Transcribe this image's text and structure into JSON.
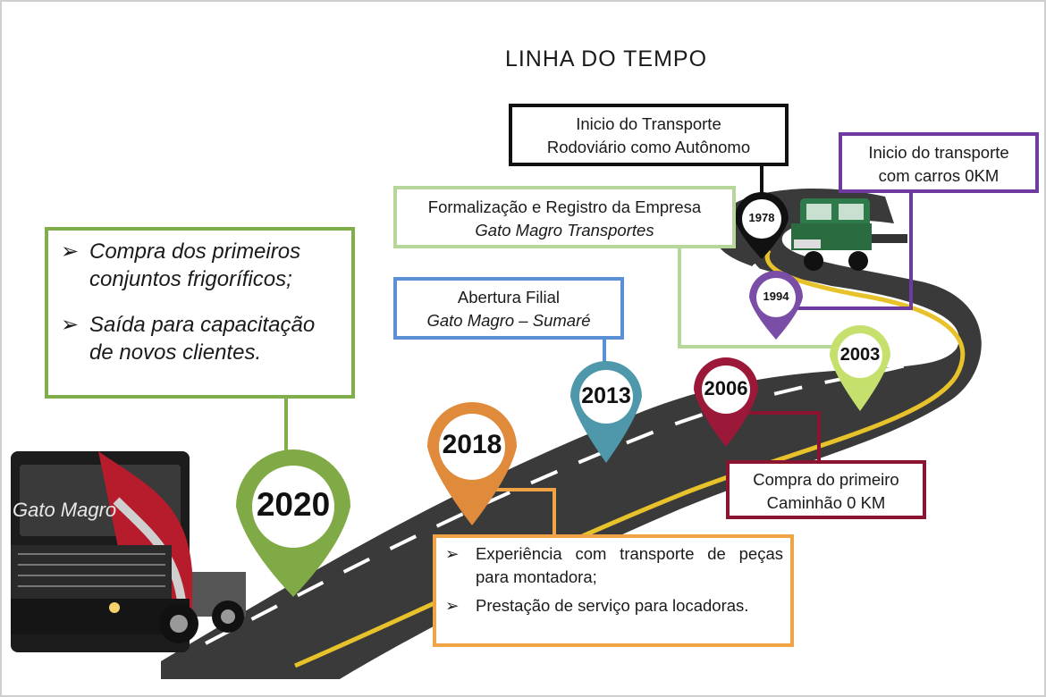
{
  "page": {
    "title": "LINHA DO TEMPO"
  },
  "events": {
    "e1978": {
      "year": "1978",
      "line1": "Inicio do Transporte",
      "line2": "Rodoviário como Autônomo",
      "color": "#111111"
    },
    "e1994": {
      "year": "1994",
      "line1": "Inicio do transporte",
      "line2": "com carros 0KM",
      "color": "#7a4ea6"
    },
    "e2003": {
      "year": "2003",
      "line1": "Formalização e Registro da Empresa",
      "line2": "Gato Magro Transportes",
      "color": "#c6e06e"
    },
    "e2006": {
      "year": "2006",
      "line1": "Compra do primeiro",
      "line2": "Caminhão 0 KM",
      "color": "#9b1838"
    },
    "e2013": {
      "year": "2013",
      "line1": "Abertura Filial",
      "line2": "Gato Magro – Sumaré",
      "color": "#4f98ab"
    },
    "e2018": {
      "year": "2018",
      "bullets": [
        "Experiência com transporte de peças para montadora;",
        "Prestação de serviço para locadoras."
      ],
      "color": "#e08a3c"
    },
    "e2020": {
      "year": "2020",
      "bullets": [
        "Compra dos primeiros conjuntos frigoríficos;",
        "Saída para capacitação de novos clientes."
      ],
      "color": "#7faa45"
    }
  },
  "truck": {
    "brand_text": "Gato Magro"
  },
  "icons": {
    "bullet": "arrowhead-bullet-icon",
    "truck_modern": "red-truck-illustration",
    "truck_vintage": "vintage-green-truck-illustration",
    "road": "winding-road-illustration"
  },
  "bullet_glyph": "➢"
}
